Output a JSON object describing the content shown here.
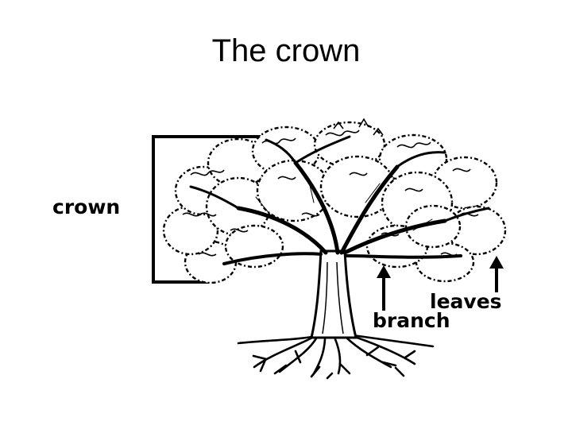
{
  "slide": {
    "title": "The crown"
  },
  "diagram": {
    "labels": {
      "crown": "crown",
      "leaves": "leaves",
      "branch": "branch"
    }
  }
}
